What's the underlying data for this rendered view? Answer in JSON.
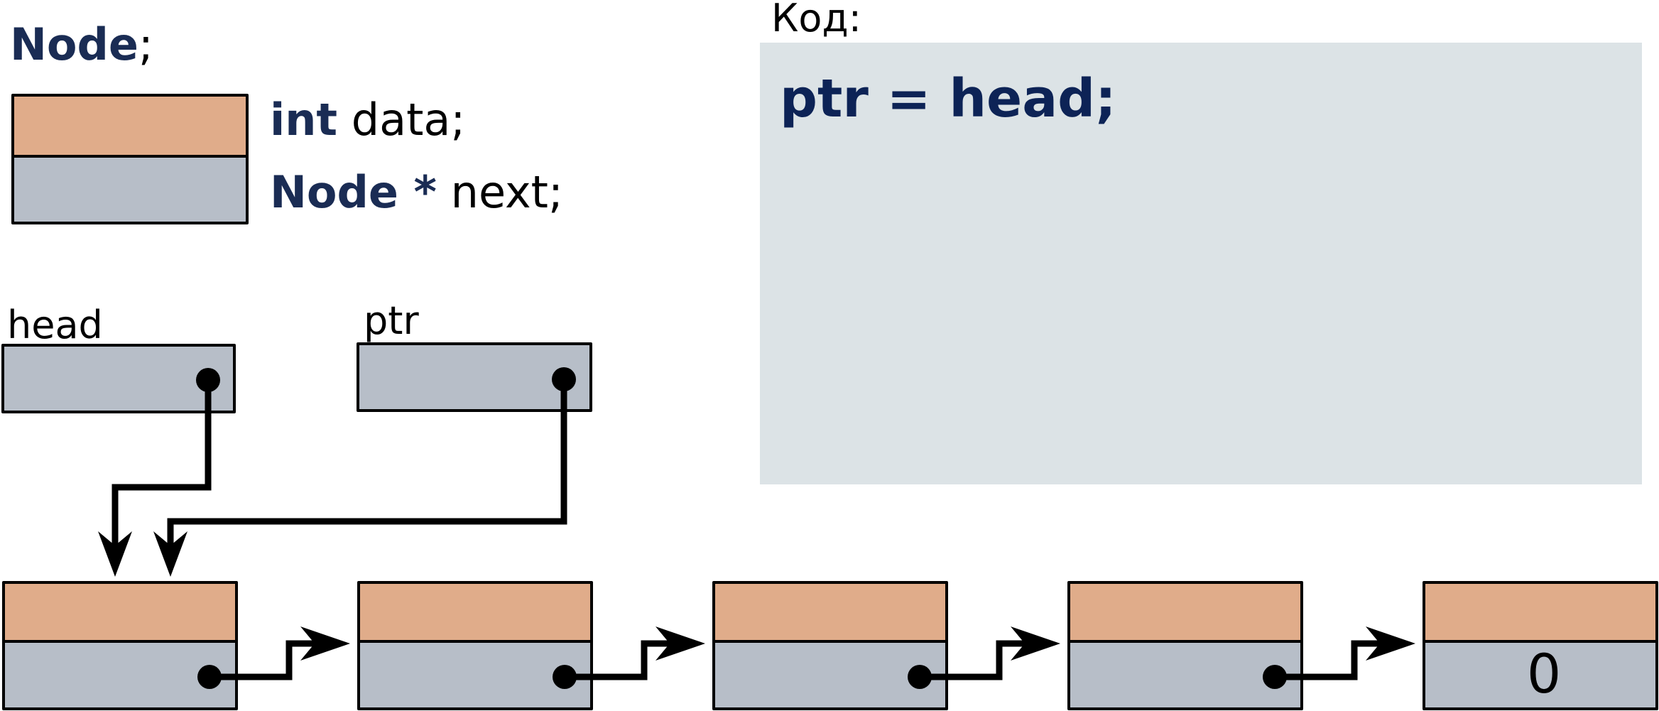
{
  "colors": {
    "data_field": "#e0ac8a",
    "pointer_field": "#b7bec8",
    "code_panel": "#dce3e6",
    "keyword": "#1a2c54",
    "code_text": "#0d2356"
  },
  "legend": {
    "struct_name": "Node",
    "struct_semicolon": ";",
    "field1_type": "int",
    "field1_rest": " data;",
    "field2_type": "Node",
    "field2_star": " *",
    "field2_rest": " next;"
  },
  "variables": {
    "head_label": "head",
    "ptr_label": "ptr"
  },
  "code_panel": {
    "title": "Код:",
    "code_line": "ptr = head;"
  },
  "list": {
    "node_count": 5,
    "last_next_value": "0"
  }
}
